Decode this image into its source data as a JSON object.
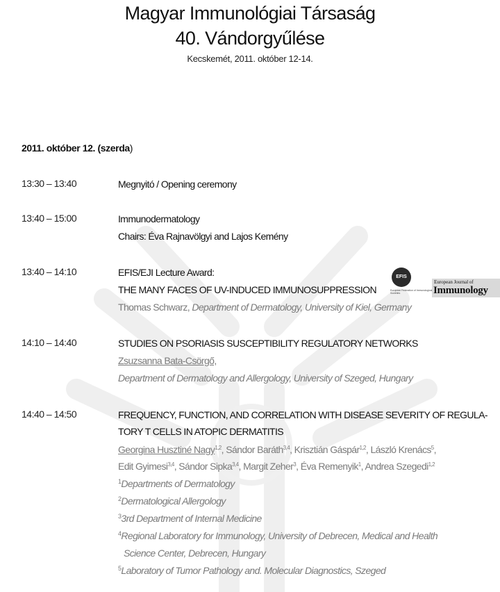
{
  "header": {
    "title_line1": "Magyar Immunológiai Társaság",
    "title_line2": "40. Vándorgyűlése",
    "subtitle": "Kecskemét, 2011. október 12-14."
  },
  "day": {
    "date": "2011. október 12. (szerda",
    "paren": ")"
  },
  "sessions": [
    {
      "time": "13:30 – 13:40",
      "title": "Megnyitó / Opening ceremony"
    },
    {
      "time": "13:40 – 15:00",
      "title": "Immunodermatology",
      "chairs": "Chairs: Éva Rajnavölgyi and Lajos Kemény"
    },
    {
      "time": "13:40 – 14:10",
      "line1": "EFIS/EJI Lecture Award:",
      "title": "THE MANY FACES OF UV-INDUCED IMMUNOSUPPRESSION",
      "speaker_name": "Thomas Schwarz, ",
      "speaker_affil": "Department of Dermatology, University of Kiel, Germany"
    },
    {
      "time": "14:10 – 14:40",
      "title": "STUDIES ON PSORIASIS SUSCEPTIBILITY REGULATORY NETWORKS",
      "speaker": "Zsuzsanna Bata-Csörgő,",
      "affil": "Department of Dermatology and Allergology, University of Szeged, Hungary"
    },
    {
      "time": "14:40 – 14:50",
      "title_line1": "FREQUENCY, FUNCTION, AND CORRELATION WITH DISEASE SEVERITY OF REGULA-",
      "title_line2": "TORY T CELLS IN ATOPIC DERMATITIS",
      "authors_line1": [
        {
          "name": "Georgina Husztiné Nagy",
          "sup": "1,2",
          "sep": ", "
        },
        {
          "name": "Sándor Baráth",
          "sup": "3,4",
          "sep": ", "
        },
        {
          "name": "Krisztián Gáspár",
          "sup": "1,2",
          "sep": ", "
        },
        {
          "name": "László Krenács",
          "sup": "5",
          "sep": ","
        }
      ],
      "authors_line2": [
        {
          "name": "Edit Gyimesi",
          "sup": "3,4",
          "sep": ", "
        },
        {
          "name": "Sándor Sipka",
          "sup": "3,4",
          "sep": ", "
        },
        {
          "name": "Margit Zeher",
          "sup": "3",
          "sep": ", "
        },
        {
          "name": "Éva Remenyik",
          "sup": "1",
          "sep": ", "
        },
        {
          "name": "Andrea Szegedi",
          "sup": "1,2",
          "sep": ""
        }
      ],
      "affiliations": [
        {
          "sup": "1",
          "text": "Departments of Dermatology"
        },
        {
          "sup": "2",
          "text": "Dermatological Allergology"
        },
        {
          "sup": "3",
          "text": "3rd Department of Internal Medicine"
        },
        {
          "sup": "4",
          "text": "Regional Laboratory for Immunology, University of Debrecen, Medical and Health"
        },
        {
          "sup": "",
          "text": "Science Center, Debrecen, Hungary"
        },
        {
          "sup": "5",
          "text": "Laboratory of Tumor Pathology and. Molecular Diagnostics, Szeged"
        }
      ]
    }
  ],
  "logos": {
    "efis_text": "EFIS",
    "efis_caption": "European Federation of Immunological Societies",
    "eji_line1": "European Journal of",
    "eji_line2": "Immunology"
  }
}
